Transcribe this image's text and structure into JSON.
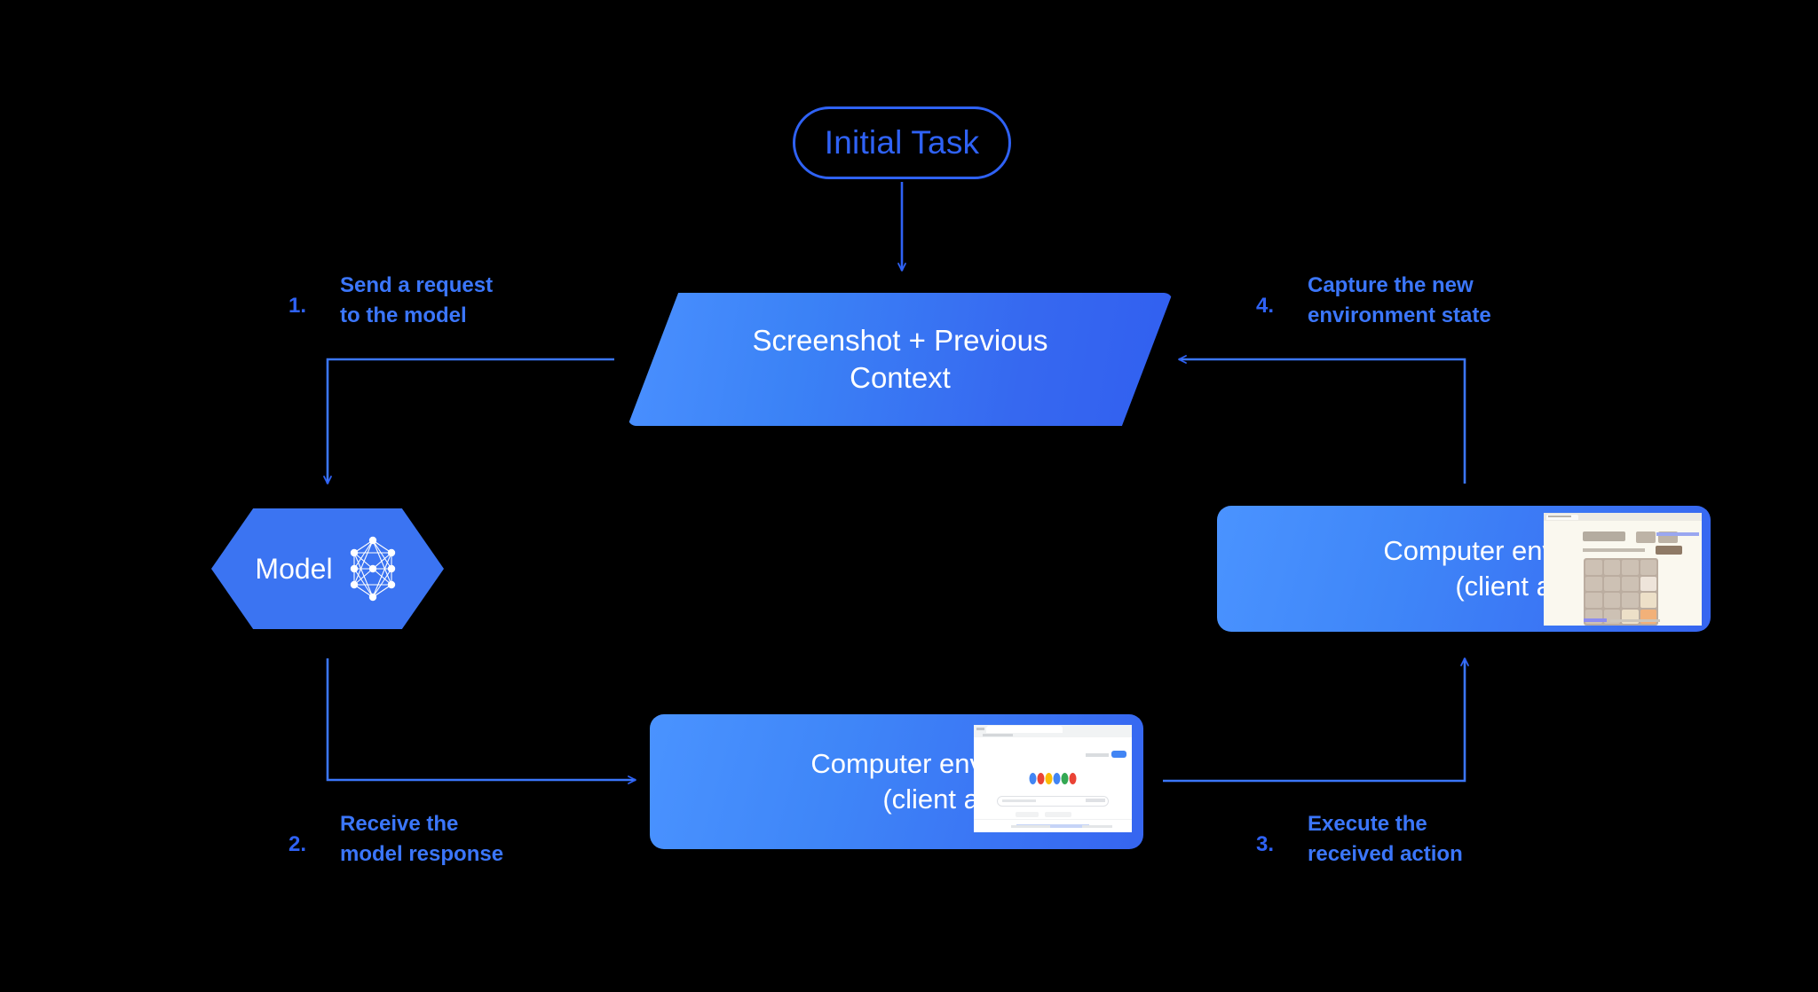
{
  "diagram": {
    "title": "Computer-use agent loop",
    "background_color": "#000000",
    "accent_color": "#3b76fb",
    "node_gradient_from": "#4a93ff",
    "node_gradient_to": "#3366ee"
  },
  "start_node": {
    "label": "Initial Task",
    "shape": "rounded-pill",
    "text_color": "#2f62f5",
    "border_color": "#2f62f5"
  },
  "context_node": {
    "line1": "Screenshot + Previous",
    "line2": "Context",
    "shape": "parallelogram"
  },
  "model_node": {
    "label": "Model",
    "shape": "hexagon",
    "icon": "neural-network-icon"
  },
  "env_right": {
    "line1": "Computer environment",
    "line2": "(client app)",
    "thumbnail": "2048-game-screenshot"
  },
  "env_bottom": {
    "line1": "Computer environment",
    "line2": "(client app)",
    "thumbnail": "google-search-screenshot"
  },
  "steps": [
    {
      "number": "1.",
      "text": "Send a request\nto the model"
    },
    {
      "number": "2.",
      "text": "Receive the\nmodel response"
    },
    {
      "number": "3.",
      "text": "Execute the\nreceived action"
    },
    {
      "number": "4.",
      "text": "Capture the new\nenvironment state"
    }
  ],
  "thumbnails": {
    "game_2048": {
      "site_title": "2048.org",
      "board_rows": [
        [
          "",
          "",
          "",
          ""
        ],
        [
          "",
          "",
          "",
          "2"
        ],
        [
          "",
          "",
          "",
          "4"
        ],
        [
          "",
          "",
          "4",
          "8"
        ]
      ]
    },
    "google": {
      "logo": "google-logo",
      "buttons": [
        "Google Search",
        "I'm Feeling Lucky"
      ],
      "dialog": "sign-in-dialog"
    }
  }
}
